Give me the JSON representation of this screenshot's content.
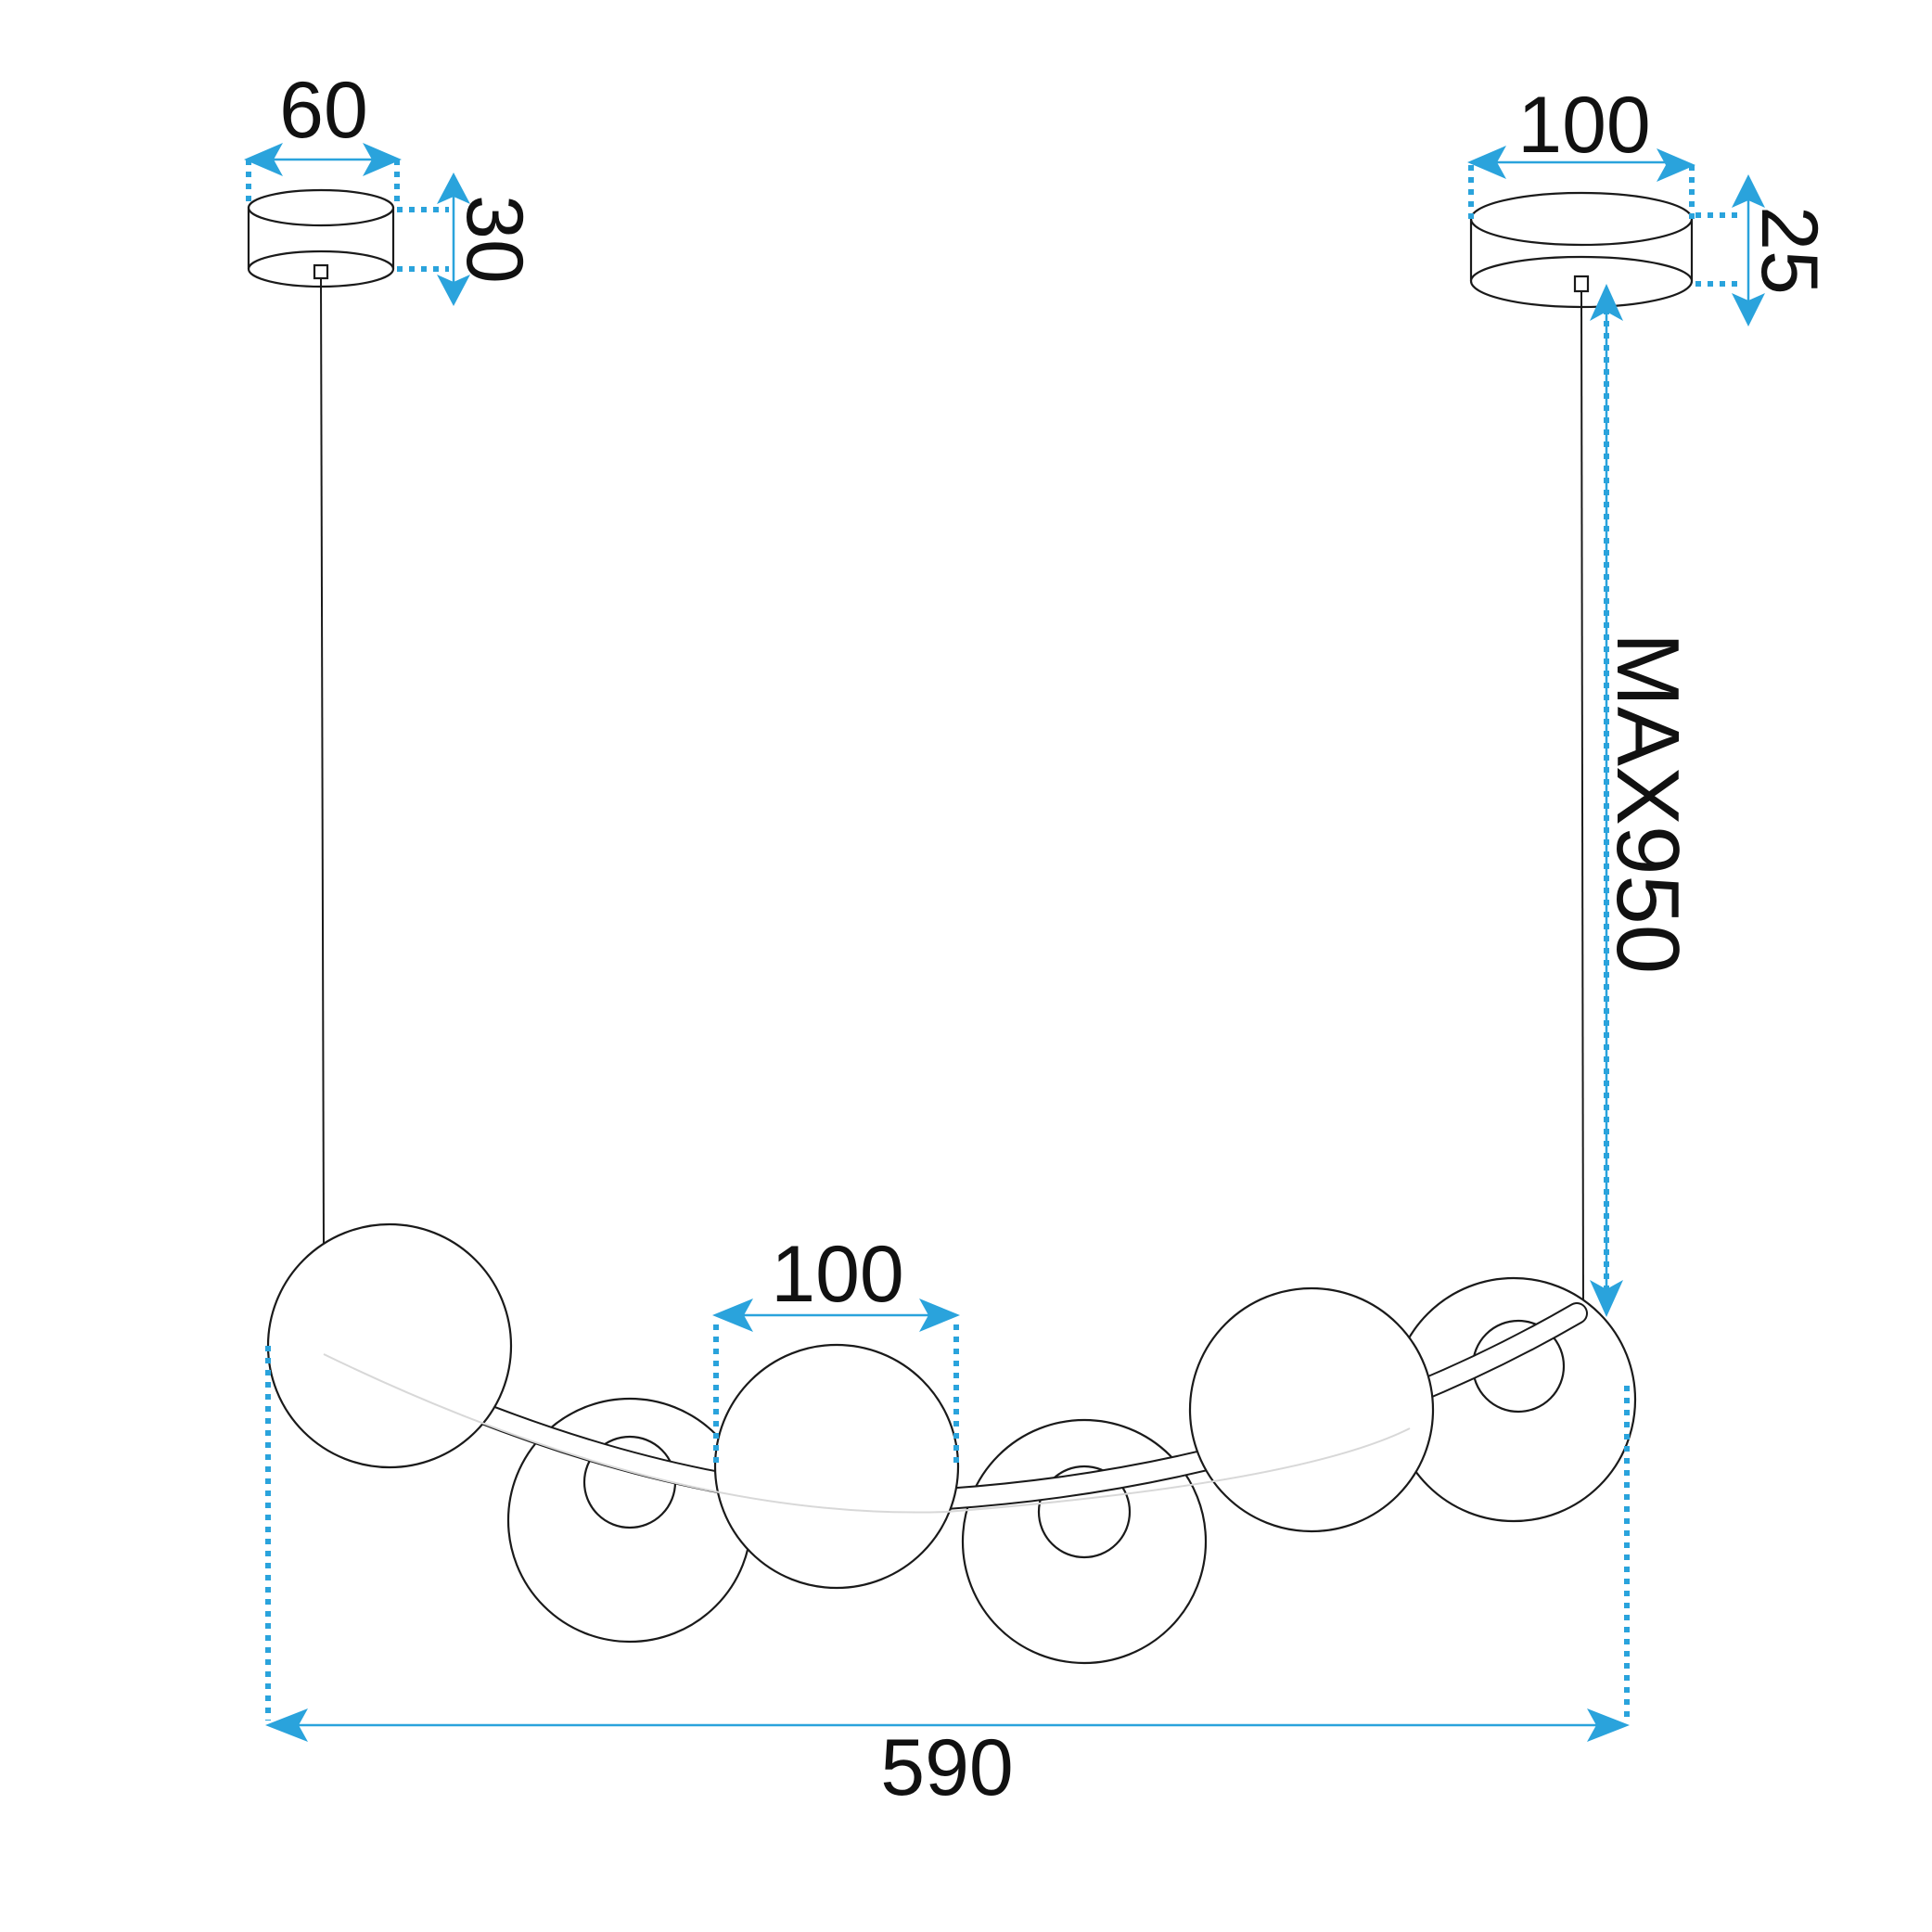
{
  "dimensions": {
    "left_canopy_width": "60",
    "left_canopy_height": "30",
    "right_canopy_width": "100",
    "right_canopy_height": "25",
    "cable_length": "MAX950",
    "globe_diameter": "100",
    "total_width": "590"
  },
  "colors": {
    "dimension_line": "#2aa3dc",
    "outline": "#1a1a1a"
  },
  "lamp": {
    "globe_count": 6,
    "canopy_count": 2
  }
}
